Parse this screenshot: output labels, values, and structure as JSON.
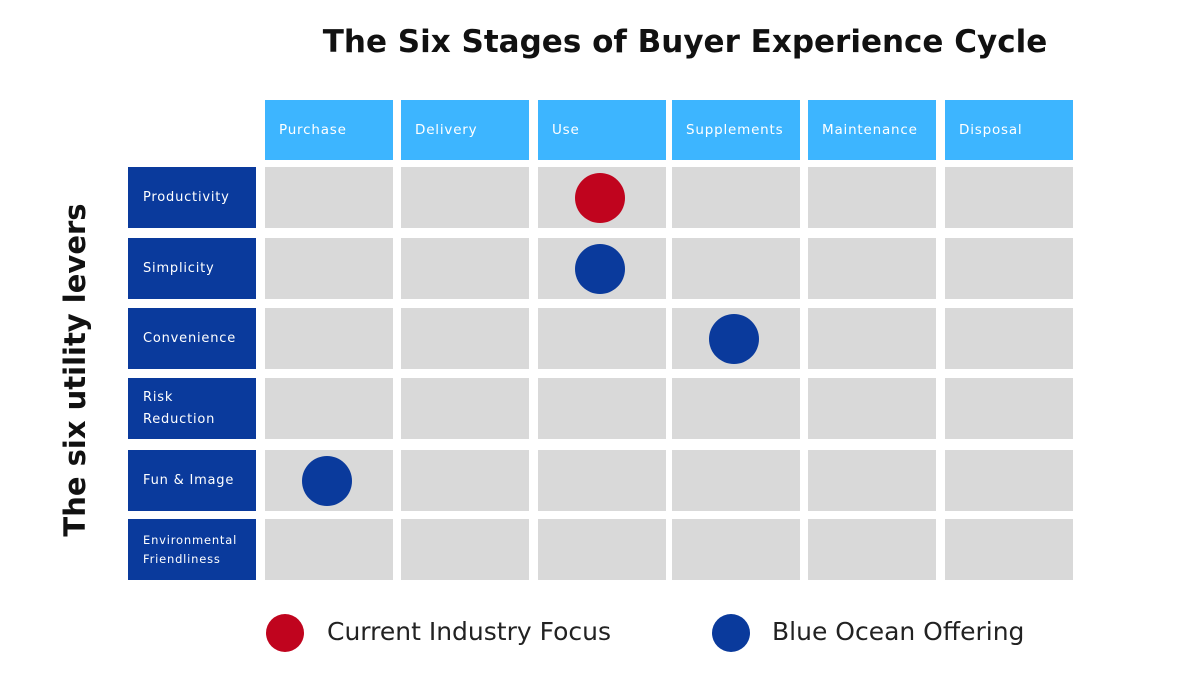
{
  "title": "The Six Stages of Buyer Experience Cycle",
  "y_label": "The six utility levers",
  "stages": [
    "Purchase",
    "Delivery",
    "Use",
    "Supplements",
    "Maintenance",
    "Disposal"
  ],
  "levers": [
    "Productivity",
    "Simplicity",
    "Convenience",
    "Risk Reduction",
    "Fun & Image",
    "Environmental Friendliness"
  ],
  "markers": [
    {
      "lever": "Productivity",
      "stage": "Use",
      "type": "current"
    },
    {
      "lever": "Simplicity",
      "stage": "Use",
      "type": "blue"
    },
    {
      "lever": "Convenience",
      "stage": "Supplements",
      "type": "blue"
    },
    {
      "lever": "Fun & Image",
      "stage": "Purchase",
      "type": "blue"
    }
  ],
  "legend": {
    "current_label": "Current Industry Focus",
    "blue_label": "Blue Ocean Offering"
  },
  "colors": {
    "stage_header": "#3db5ff",
    "lever_header": "#0a3a9c",
    "cell": "#d9d9d9",
    "current": "#c0041e",
    "blue": "#0a3a9c"
  }
}
